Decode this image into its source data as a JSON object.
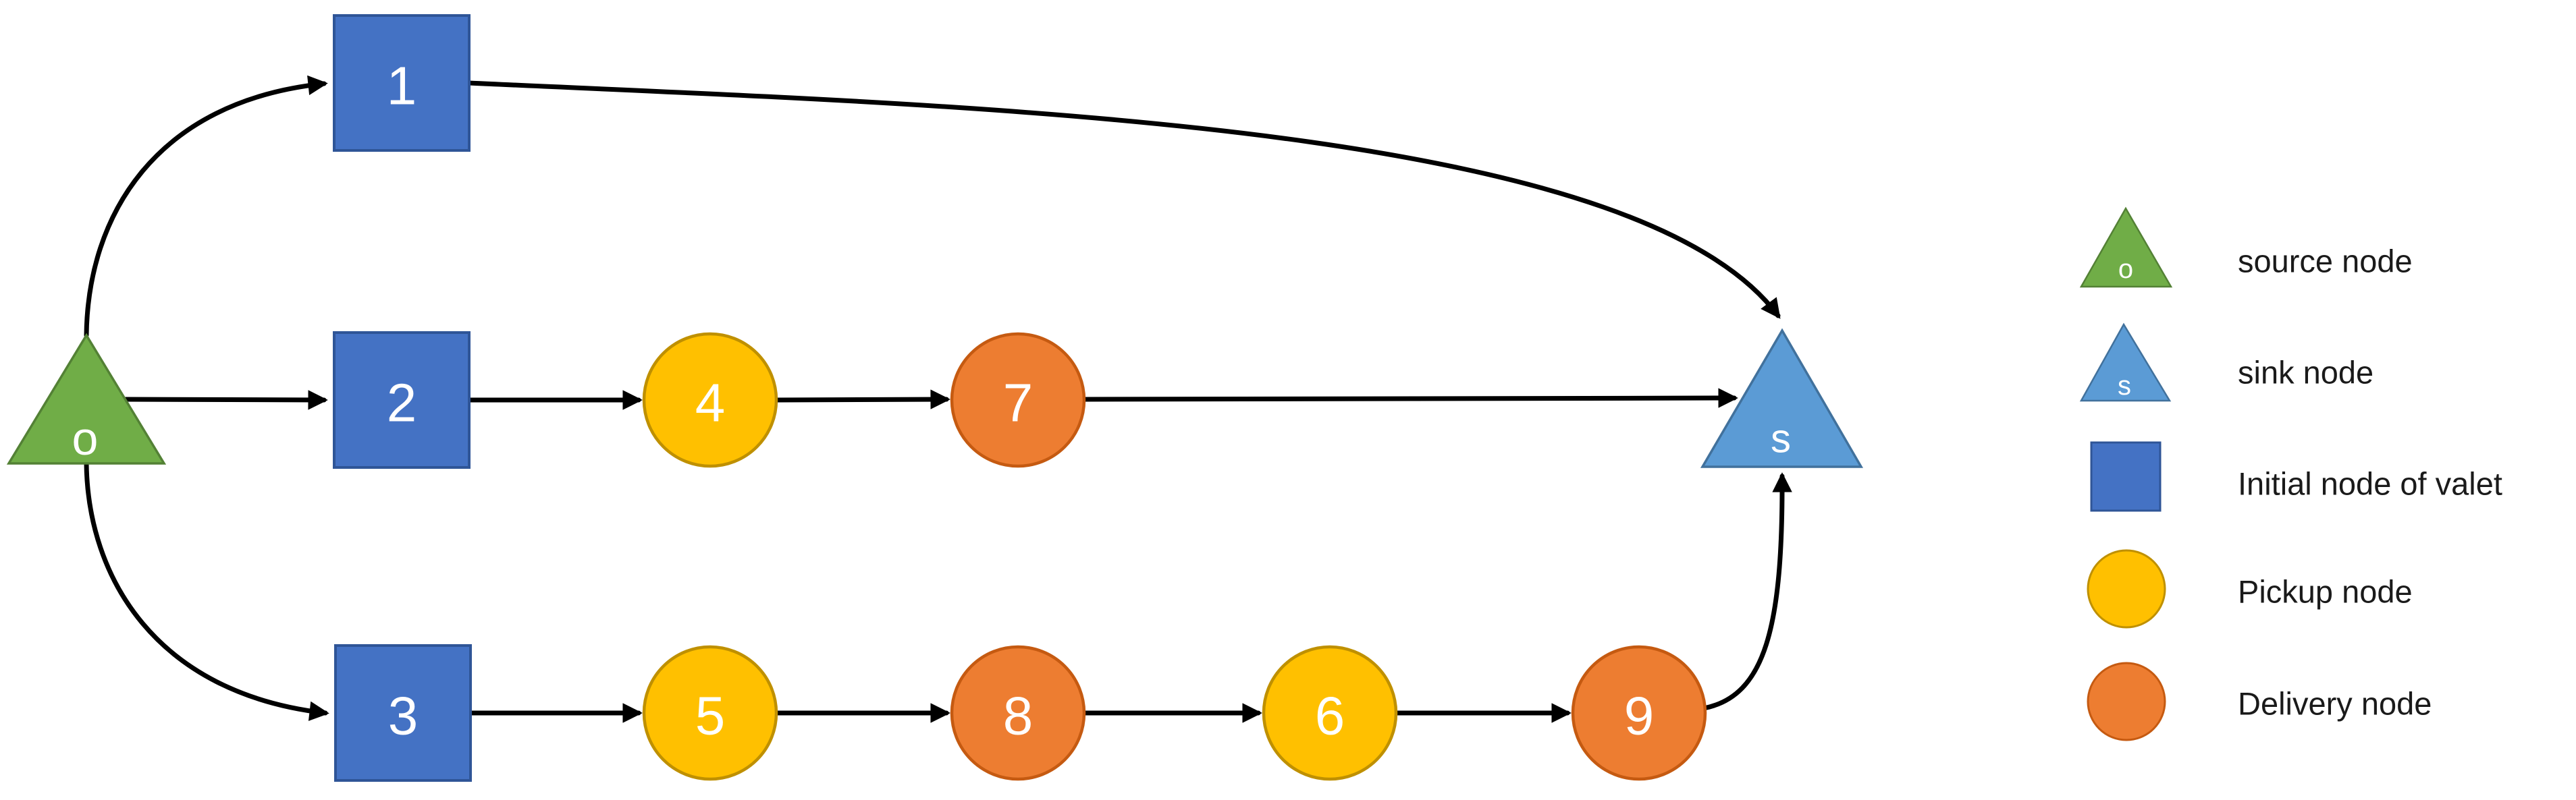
{
  "figure": {
    "description": "Valet routing network from source node o through valet, pickup and delivery nodes to sink node s"
  },
  "diagram": {
    "nodes": {
      "source": {
        "label": "o",
        "type": "source"
      },
      "sink": {
        "label": "s",
        "type": "sink"
      },
      "n1": {
        "label": "1",
        "type": "valet"
      },
      "n2": {
        "label": "2",
        "type": "valet"
      },
      "n3": {
        "label": "3",
        "type": "valet"
      },
      "n4": {
        "label": "4",
        "type": "pickup"
      },
      "n5": {
        "label": "5",
        "type": "pickup"
      },
      "n6": {
        "label": "6",
        "type": "pickup"
      },
      "n7": {
        "label": "7",
        "type": "delivery"
      },
      "n8": {
        "label": "8",
        "type": "delivery"
      },
      "n9": {
        "label": "9",
        "type": "delivery"
      }
    },
    "edges": [
      {
        "from": "o",
        "to": "1"
      },
      {
        "from": "o",
        "to": "2"
      },
      {
        "from": "o",
        "to": "3"
      },
      {
        "from": "1",
        "to": "s"
      },
      {
        "from": "2",
        "to": "4"
      },
      {
        "from": "4",
        "to": "7"
      },
      {
        "from": "7",
        "to": "s"
      },
      {
        "from": "3",
        "to": "5"
      },
      {
        "from": "5",
        "to": "8"
      },
      {
        "from": "8",
        "to": "6"
      },
      {
        "from": "6",
        "to": "9"
      },
      {
        "from": "9",
        "to": "s"
      }
    ]
  },
  "legend": {
    "items": [
      {
        "label": "source node",
        "marker": "green-triangle",
        "marker_label": "o"
      },
      {
        "label": "sink node",
        "marker": "blue-triangle",
        "marker_label": "s"
      },
      {
        "label": "Initial node of valet",
        "marker": "blue-square",
        "marker_label": ""
      },
      {
        "label": "Pickup node",
        "marker": "gold-circle",
        "marker_label": ""
      },
      {
        "label": "Delivery node",
        "marker": "orange-circle",
        "marker_label": ""
      }
    ]
  },
  "colors": {
    "background": "#FFFFFF",
    "source_fill": "#70AD47",
    "source_border": "#538135",
    "sink_fill": "#5B9BD5",
    "sink_border": "#41719C",
    "valet_fill": "#4472C4",
    "valet_border": "#2F5597",
    "pickup_fill": "#FFC000",
    "pickup_border": "#BF9000",
    "delivery_fill": "#ED7D31",
    "delivery_border": "#C55A11",
    "edge_color": "#000000",
    "node_label_color": "#FFFFFF",
    "legend_text_color": "#1A1A1A"
  }
}
